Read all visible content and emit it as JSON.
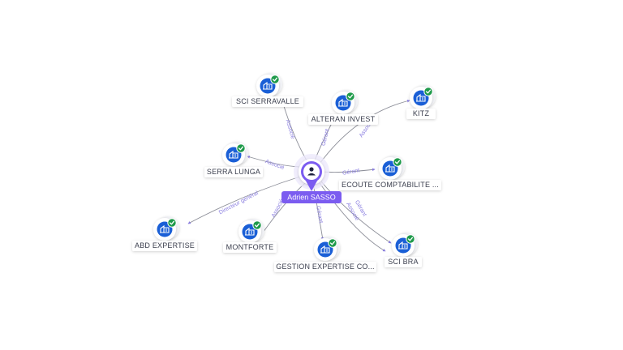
{
  "center": {
    "name": "Adrien SASSO",
    "icon": "person-icon",
    "color": "#7b5cf0"
  },
  "companies": [
    {
      "id": "sci-serravalle",
      "name": "SCI SERRAVALLE",
      "relations": [
        "Associé"
      ]
    },
    {
      "id": "alteran-invest",
      "name": "ALTERAN INVEST",
      "relations": [
        "Gérant"
      ]
    },
    {
      "id": "kitz",
      "name": "KITZ",
      "relations": [
        "Associé"
      ]
    },
    {
      "id": "serra-lunga",
      "name": "SERRA LUNGA",
      "relations": [
        "Associé"
      ]
    },
    {
      "id": "ecoute-comptabilite",
      "name": "ECOUTE COMPTABILITE ...",
      "relations": [
        "Gérant"
      ]
    },
    {
      "id": "abd-expertise",
      "name": "ABD EXPERTISE",
      "relations": [
        "Directeur général"
      ]
    },
    {
      "id": "montforte",
      "name": "MONTFORTE",
      "relations": [
        "Associé"
      ]
    },
    {
      "id": "gestion-expertise",
      "name": "GESTION EXPERTISE CO...",
      "relations": [
        "Gérant"
      ]
    },
    {
      "id": "sci-bra",
      "name": "SCI BRA",
      "relations": [
        "Gérant",
        "Associé"
      ]
    }
  ],
  "colors": {
    "company_icon": "#1a5fd6",
    "check_badge": "#1e9a4a",
    "edge": "#8d8f99",
    "edge_label": "#8b7fe0",
    "center": "#7b5cf0"
  },
  "icons": {
    "company": "building-icon",
    "verified": "check-badge-icon"
  }
}
